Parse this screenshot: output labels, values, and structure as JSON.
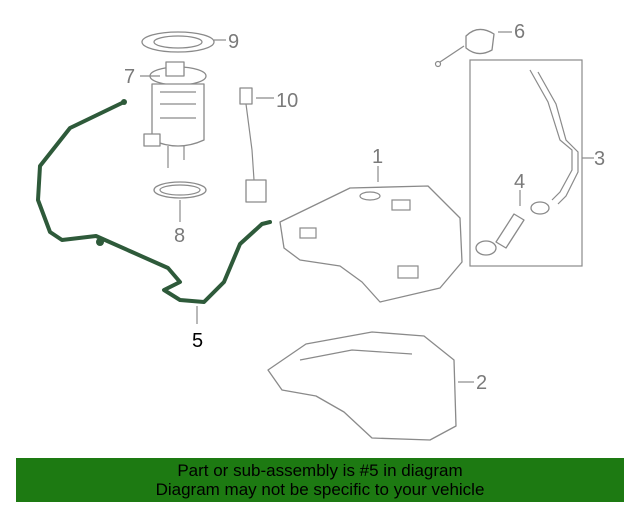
{
  "callouts": {
    "c1": "1",
    "c2": "2",
    "c3": "3",
    "c4": "4",
    "c5": "5",
    "c6": "6",
    "c7": "7",
    "c8": "8",
    "c9": "9",
    "c10": "10"
  },
  "banner": {
    "line1": "Part or sub-assembly is #5 in diagram",
    "line2": "Diagram may not be specific to your vehicle"
  },
  "colors": {
    "banner_bg": "#1d7a12",
    "highlight_part": "#2e5a3a",
    "line_art": "#8a8a8a"
  }
}
